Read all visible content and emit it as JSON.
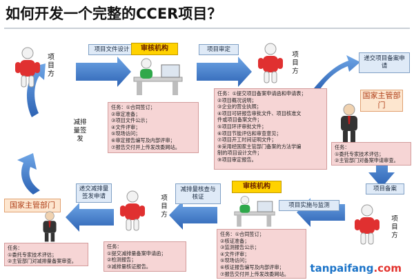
{
  "title": "如何开发一个完整的CCER项目？",
  "top_row": {
    "project_party_left": "项目方",
    "design_doc": "项目文件设计",
    "review_agency": "审核机构",
    "project_review": "项目审定",
    "project_party_right": "项目方",
    "submit_filing": "递交项目备案申请"
  },
  "authority_right": {
    "label": "国家主管部门",
    "tasks_title": "任务：",
    "tasks": [
      "①委托专家技术评估；",
      "②主管部门对备案申请审查。"
    ]
  },
  "review_tasks_top": {
    "title": "任务：",
    "items": [
      "①合同签订；",
      "②审定准备；",
      "③项目文件公示；",
      "④文件评审；",
      "⑤现场访问；",
      "⑥审定报告编写及内部评审；",
      "⑦报告交付并上传发改委网站。"
    ]
  },
  "filing_tasks": {
    "items": [
      "任务：①提交项目备案申请函和申请表；",
      "②项目概况说明；",
      "③企业的营业执照；",
      "④项目可研报告审批文件、项目核准文",
      "件或项目备案文件；",
      "⑤项目环评审批文件；",
      "⑥项目节能评估和审查意见；",
      "⑦项目开工时间证明文件；",
      "⑧采用经国家主管部门备案的方法学编",
      "制的项目设计文件；",
      "⑨项目审定报告。"
    ]
  },
  "left_side": {
    "reduction_filing": "减排量签发",
    "authority_label": "国家主管部门",
    "submit_reduction": "递交减排量签发申请",
    "tasks_title": "任务：",
    "tasks": [
      "①委托专家技术评估；",
      "②主管部门对减排量备案审查。"
    ]
  },
  "bottom_row": {
    "project_party_mid": "项目方",
    "verify_label": "减排量核查与核证",
    "review_agency": "审核机构",
    "project_filing": "项目备案",
    "implementation": "项目实施与监测",
    "project_party_right": "项目方"
  },
  "bottom_mid_tasks": {
    "title": "任务：",
    "items": [
      "①提交减排量备案申请函；",
      "②检测报告；",
      "③减排量核证报告。"
    ]
  },
  "bottom_review_tasks": {
    "title": "任务：",
    "items": [
      "①合同签订；",
      "②核证准备；",
      "③监测报告公示；",
      "④文件评审；",
      "⑤现场访问；",
      "⑥核证报告编写及内部评审；",
      "⑦报告交付并上传发改委网站。"
    ]
  },
  "watermark": {
    "main": "tanpaifang",
    "tld": ".com"
  },
  "colors": {
    "arrow": "#3b78c8",
    "task_bg": "#f6d5d5",
    "label_bg": "#dfeaf7",
    "agency": "#ffd200"
  }
}
